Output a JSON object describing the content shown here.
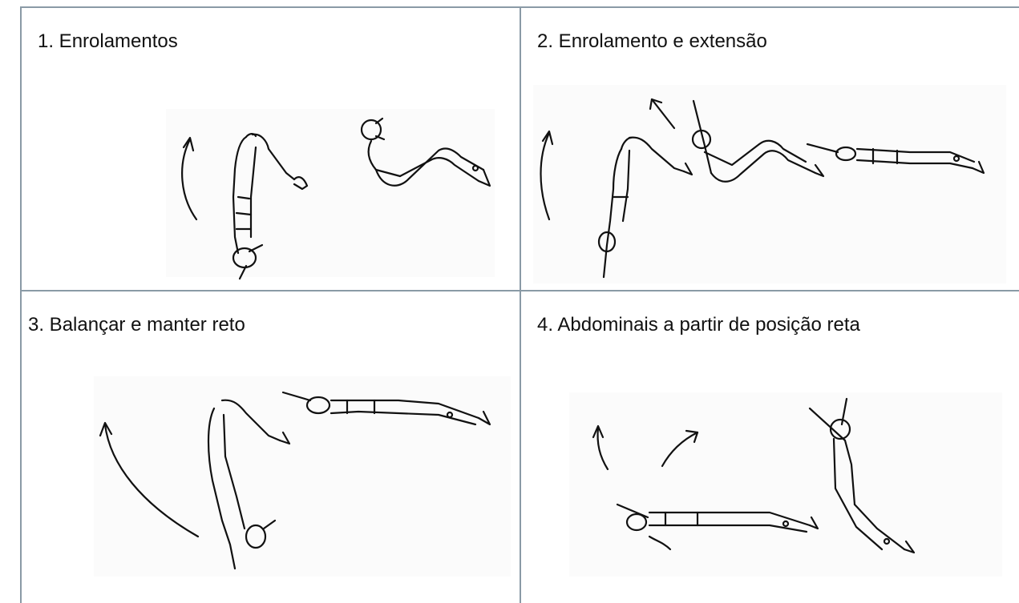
{
  "cells": [
    {
      "caption": "1. Enrolamentos",
      "illustration": "rolling-up-gymnast-figures"
    },
    {
      "caption": "2.  Enrolamento e extensão",
      "illustration": "rolling-and-extension-gymnast-figures"
    },
    {
      "caption": "3. Balançar e manter reto",
      "illustration": "swing-and-hold-straight-gymnast-figures"
    },
    {
      "caption": "4. Abdominais a partir de posição reta",
      "illustration": "abdominals-from-straight-gymnast-figures"
    }
  ],
  "colors": {
    "grid_line": "#8a9aa6",
    "ink": "#111111",
    "panel_bg": "#fbfbfb"
  }
}
